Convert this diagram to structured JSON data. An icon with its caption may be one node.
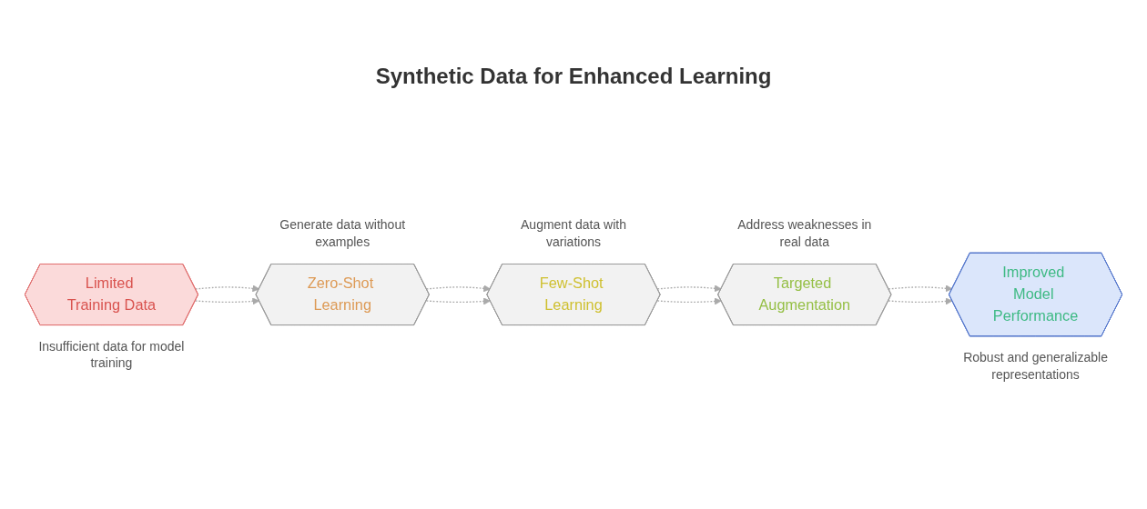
{
  "diagram": {
    "title": "Synthetic Data for Enhanced Learning",
    "nodes": [
      {
        "text": [
          "Limited Training Data"
        ],
        "beside": [
          "Insufficient data for model training"
        ]
      },
      {
        "text": [
          "Zero-Shot Learning"
        ],
        "beside": [
          "Generate data without examples"
        ]
      },
      {
        "text": [
          "Few-Shot Learning"
        ],
        "beside": [
          "Augment data with variations"
        ]
      },
      {
        "text": [
          "Targeted Augmentation"
        ],
        "beside": [
          "Address weaknesses in real data"
        ]
      },
      {
        "text": [
          "Improved Model Performance"
        ],
        "beside": [
          "Robust and generalizable representations"
        ]
      }
    ],
    "edges": [
      {
        "from": 0,
        "to": 1,
        "arrow": "to",
        "style": "dashed"
      },
      {
        "from": 1,
        "to": 2,
        "arrow": "to",
        "style": "dashed"
      },
      {
        "from": 2,
        "to": 3,
        "arrow": "to",
        "style": "dashed"
      },
      {
        "from": 3,
        "to": 4,
        "arrow": "to",
        "style": "dashed"
      },
      {
        "from": 0,
        "to": 1,
        "arrow": "to",
        "style": "dashed"
      },
      {
        "from": 1,
        "to": 2,
        "arrow": "to",
        "style": "dashed"
      },
      {
        "from": 2,
        "to": 3,
        "arrow": "to",
        "style": "dashed"
      },
      {
        "from": 3,
        "to": 4,
        "arrow": "to",
        "style": "dashed"
      }
    ]
  }
}
